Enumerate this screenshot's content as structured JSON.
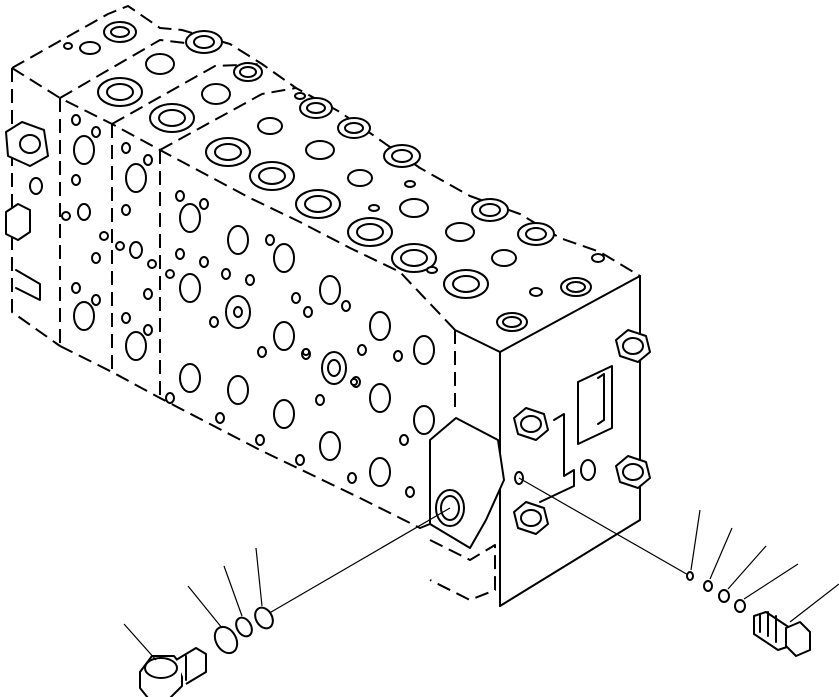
{
  "figure": {
    "kind": "exploded-parts-drawing",
    "subject": "control-valve-assembly",
    "line_color": "#000000",
    "background": "#ffffff"
  },
  "parts": [
    {
      "name": "valve-body",
      "view": "isometric"
    },
    {
      "name": "plug-large",
      "side": "left"
    },
    {
      "name": "o-ring-large-1",
      "side": "left"
    },
    {
      "name": "o-ring-large-2",
      "side": "left"
    },
    {
      "name": "o-ring-large-3",
      "side": "left"
    },
    {
      "name": "plug-small",
      "side": "right"
    },
    {
      "name": "o-ring-small-1",
      "side": "right"
    },
    {
      "name": "o-ring-small-2",
      "side": "right"
    },
    {
      "name": "o-ring-small-3",
      "side": "right"
    },
    {
      "name": "o-ring-small-4",
      "side": "right"
    }
  ]
}
